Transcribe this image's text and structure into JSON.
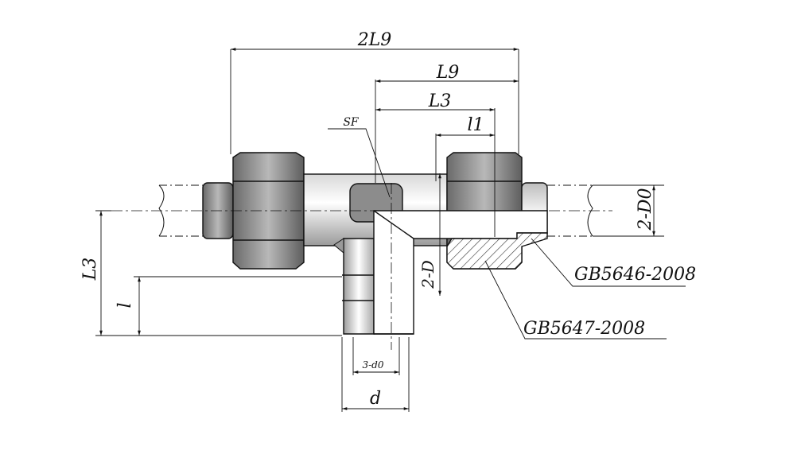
{
  "dimensions": {
    "two_l9": "2L9",
    "l9": "L9",
    "l3_top": "L3",
    "l1": "l1",
    "two_d0_right": "2-D0",
    "l3_left": "L3",
    "l_left": "l",
    "two_d": "2-D",
    "three_d0": "3-d0",
    "d": "d"
  },
  "callouts": {
    "sf": "SF",
    "gb5646": "GB5646-2008",
    "gb5647": "GB5647-2008"
  },
  "colors": {
    "line": "#111111",
    "hatch": "#333333",
    "body_dark": "#5a5a5a",
    "body_light": "#e8e8e8"
  }
}
